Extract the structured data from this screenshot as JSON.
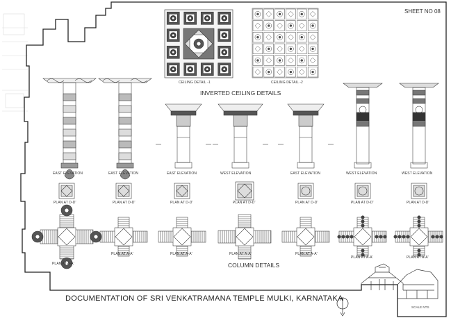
{
  "sheet_number": "SHEET NO 08",
  "title": "DOCUMENTATION OF SRI VENKATRAMANA TEMPLE MULKI, KARNATAKA",
  "scale": "SCALE NTS",
  "north": "N",
  "section_titles": {
    "ceiling": "INVERTED CEILING DETAILS",
    "columns": "COLUMN DETAILS"
  },
  "ceiling_labels": [
    "CEILING DETAIL -1",
    "CEILING DETAIL -2"
  ],
  "elevation_labels": [
    "EAST ELEVATION",
    "EAST ELEVATION",
    "EAST ELEVATION",
    "WEST ELEVATION",
    "EAST ELEVATION",
    "WEST ELEVATION",
    "WEST ELEVATION"
  ],
  "plan_dd_labels": [
    "PLAN AT D-D'",
    "PLAN AT D-D'",
    "PLAN AT D-D'",
    "PLAN AT D-D'",
    "PLAN AT D-D'",
    "PLAN AT D-D'",
    "PLAN AT D-D'"
  ],
  "plan_aa_labels": [
    "PLAN AT A-A'",
    "PLAN AT A-A'",
    "PLAN AT A-A'",
    "PLAN AT A-A'",
    "PLAN AT A-A'",
    "PLAN AT A-A'",
    "PLAN AT A-A'"
  ]
}
